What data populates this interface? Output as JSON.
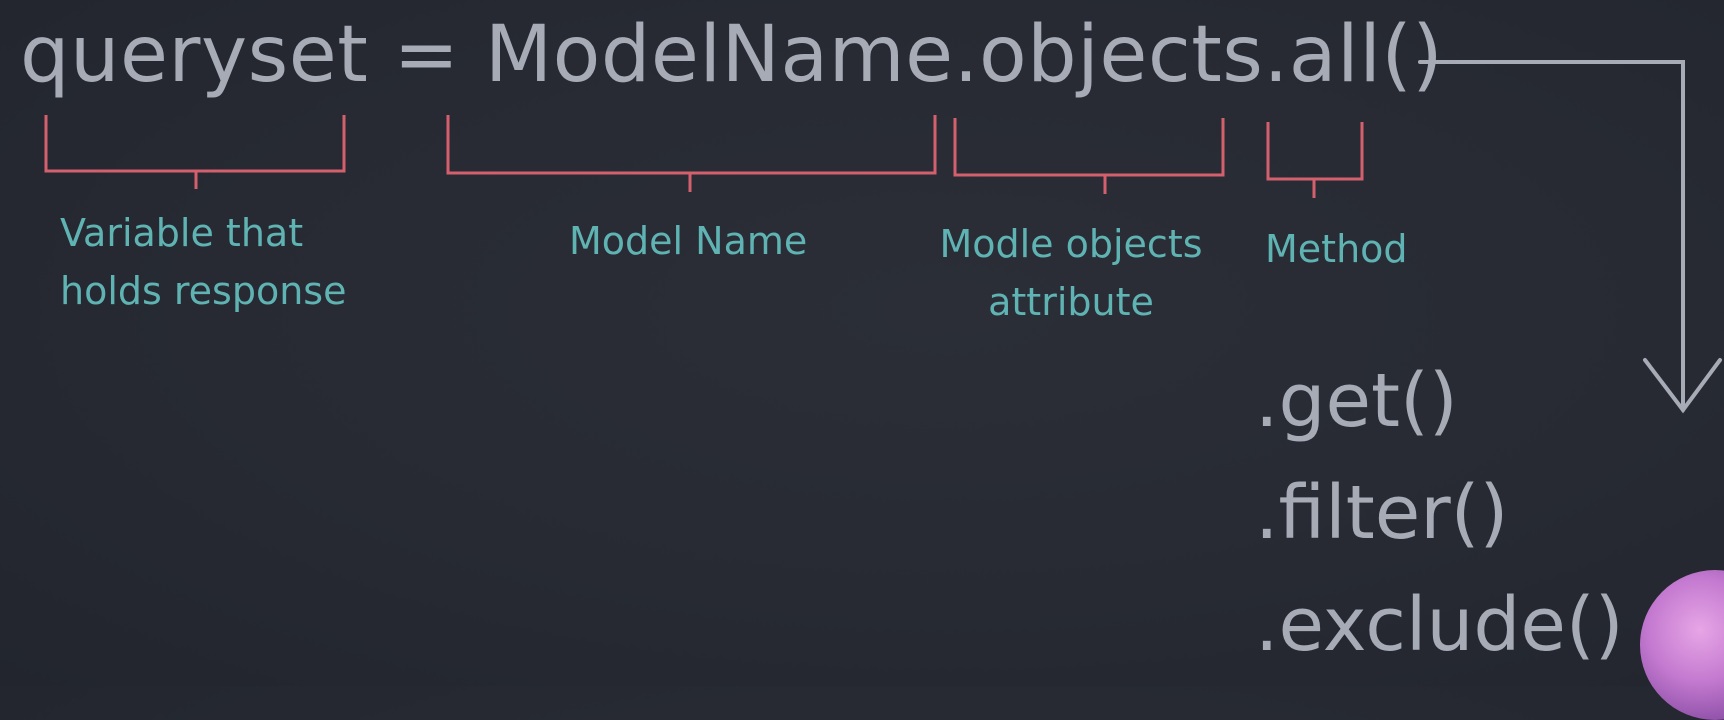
{
  "code": {
    "variable": "queryset",
    "equals": " = ",
    "model": "ModelName",
    "dot1": ".",
    "attribute": "objects",
    "dot2": ".",
    "method": "all()"
  },
  "labels": {
    "variable_line1": "Variable that",
    "variable_line2": "holds response",
    "model": "Model Name",
    "attribute_line1": "Modle objects",
    "attribute_line2": "attribute",
    "method": "Method"
  },
  "alternatives": [
    ".get()",
    ".filter()",
    ".exclude()"
  ],
  "colors": {
    "background": "#272a33",
    "code_text": "#a7abb5",
    "brace": "#d4606e",
    "label_text": "#5fb3b3",
    "arrow": "#a7abb5"
  }
}
